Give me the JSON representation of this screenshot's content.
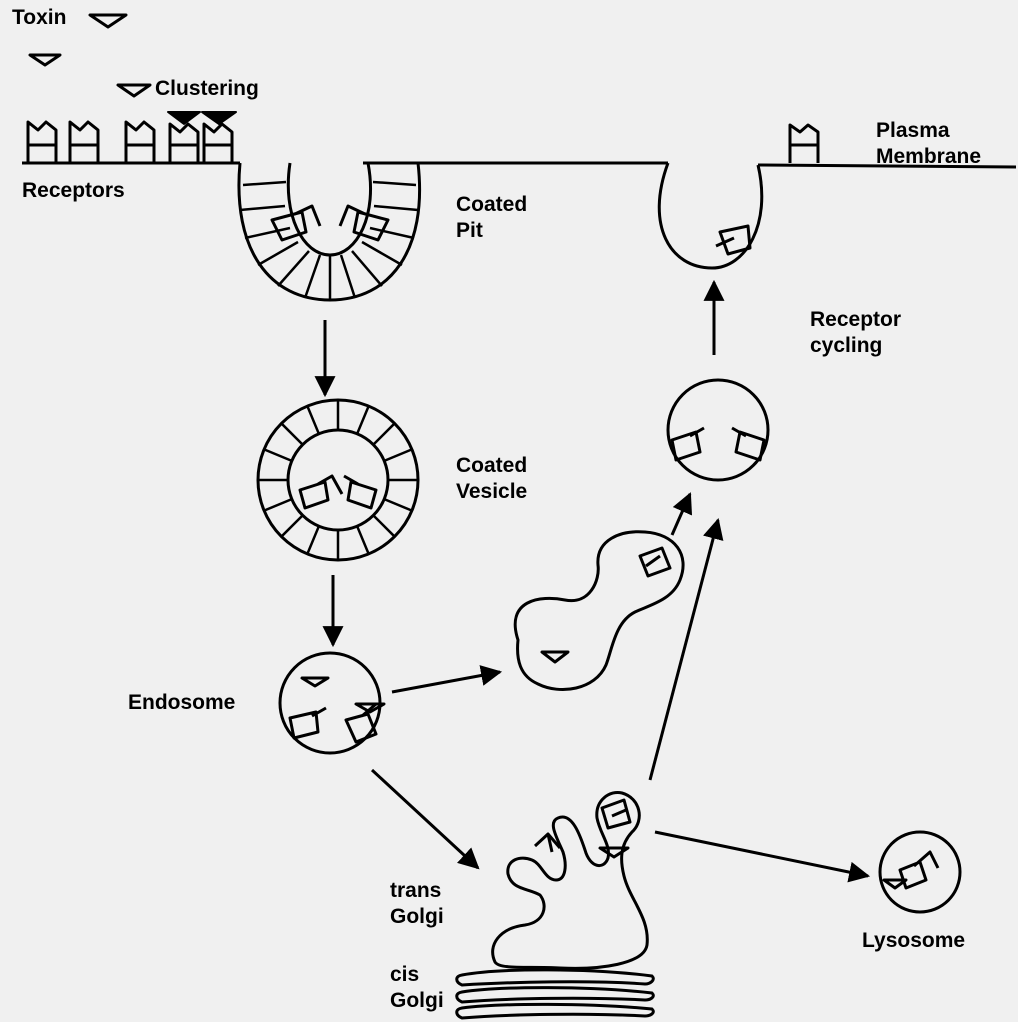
{
  "labels": {
    "toxin": "Toxin",
    "clustering": "Clustering",
    "receptors": "Receptors",
    "plasma_membrane": [
      "Plasma",
      "Membrane"
    ],
    "coated_pit": [
      "Coated",
      "Pit"
    ],
    "receptor_cycling": [
      "Receptor",
      "cycling"
    ],
    "coated_vesicle": [
      "Coated",
      "Vesicle"
    ],
    "endosome": "Endosome",
    "trans_golgi": [
      "trans",
      "Golgi"
    ],
    "cis_golgi": [
      "cis",
      "Golgi"
    ],
    "lysosome": "Lysosome"
  },
  "colors": {
    "background": "#f0f0f0",
    "ink": "#000000"
  }
}
